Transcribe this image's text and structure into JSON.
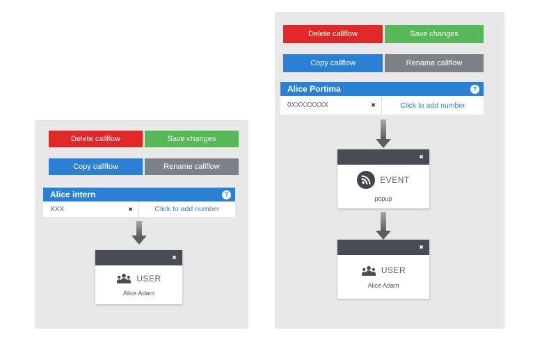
{
  "icons": {
    "close": "✖",
    "help": "?"
  },
  "toolbar": {
    "delete_label": "Delete callflow",
    "save_label": "Save changes",
    "copy_label": "Copy callflow",
    "rename_label": "Rename callflow"
  },
  "panels": [
    {
      "name": "Alice intern",
      "number": "XXX",
      "add_number_label": "Click to add number",
      "nodes": [
        {
          "icon": "users-icon",
          "title": "USER",
          "subtitle": "Alice Adam"
        }
      ]
    },
    {
      "name": "Alice Portima",
      "number": "0XXXXXXXX",
      "add_number_label": "Click to add number",
      "nodes": [
        {
          "icon": "rss-icon",
          "title": "EVENT",
          "subtitle": "popup"
        },
        {
          "icon": "users-icon",
          "title": "USER",
          "subtitle": "Alice Adam"
        }
      ]
    }
  ],
  "colors": {
    "panel_bg": "#e8e8e8",
    "delete_red": "#e12727",
    "save_green": "#57b857",
    "copy_blue": "#2a80d5",
    "rename_gray": "#7c8087",
    "callflow_header_blue": "#2a80d5",
    "node_header_dark": "#474c54",
    "link_blue": "#2f82d9",
    "arrow_gray": "#5d5d5d"
  }
}
